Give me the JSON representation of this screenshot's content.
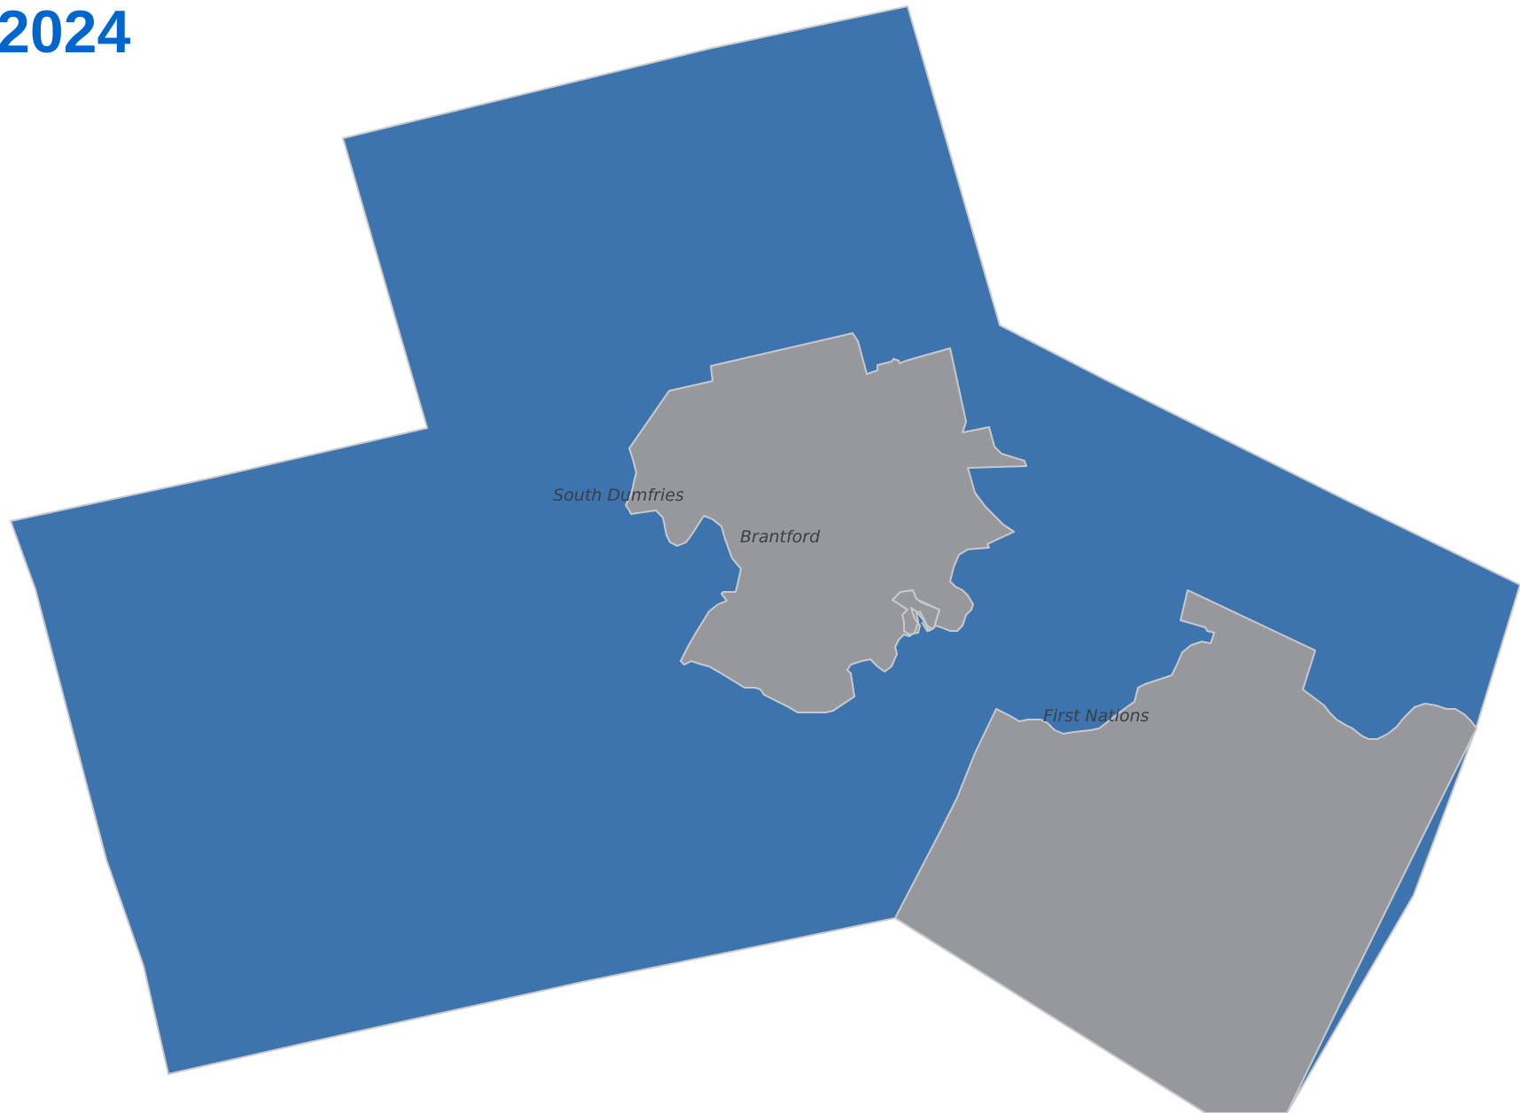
{
  "map": {
    "title": "2024",
    "colors": {
      "winning_party": "#3d74ae",
      "other_area": "#97989b",
      "boundary": "#c8c9cc",
      "title": "#0066cc",
      "label": "#3a3f47"
    },
    "regions": [
      {
        "id": "south-dumfries",
        "label": "South Dumfries",
        "fill_color": "#3d74ae"
      },
      {
        "id": "brantford",
        "label": "Brantford",
        "fill_color": "#97989b"
      },
      {
        "id": "first-nations",
        "label": "First Nations",
        "fill_color": "#97989b"
      }
    ]
  }
}
